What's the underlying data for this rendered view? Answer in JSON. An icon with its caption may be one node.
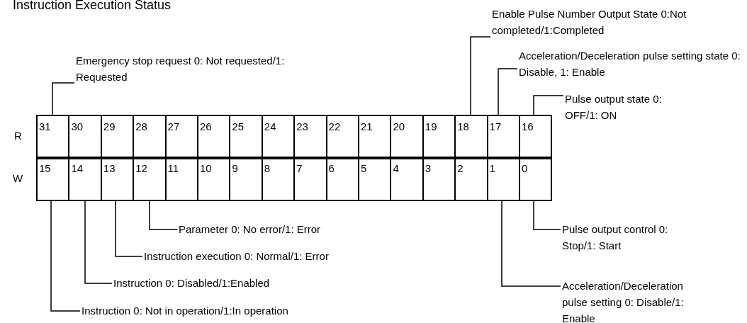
{
  "diagram": {
    "title": "Instruction Execution Status",
    "nodes": [
      {
        "text": [
          "31"
        ]
      },
      {
        "text": [
          "30"
        ]
      },
      {
        "text": [
          "29"
        ]
      },
      {
        "text": [
          "28"
        ]
      },
      {
        "text": [
          "27"
        ]
      },
      {
        "text": [
          "26"
        ]
      },
      {
        "text": [
          "25"
        ]
      },
      {
        "text": [
          "24"
        ]
      },
      {
        "text": [
          "23"
        ]
      },
      {
        "text": [
          "22"
        ]
      },
      {
        "text": [
          "21"
        ]
      },
      {
        "text": [
          "20"
        ]
      },
      {
        "text": [
          "19"
        ]
      },
      {
        "text": [
          "18"
        ]
      },
      {
        "text": [
          "17"
        ]
      },
      {
        "text": [
          "16"
        ]
      },
      {
        "text": [
          "15"
        ]
      },
      {
        "text": [
          "14"
        ]
      },
      {
        "text": [
          "13"
        ]
      },
      {
        "text": [
          "12"
        ]
      },
      {
        "text": [
          "11"
        ]
      },
      {
        "text": [
          "10"
        ]
      },
      {
        "text": [
          "9"
        ]
      },
      {
        "text": [
          "8"
        ]
      },
      {
        "text": [
          "7"
        ]
      },
      {
        "text": [
          "6"
        ]
      },
      {
        "text": [
          "5"
        ]
      },
      {
        "text": [
          "4"
        ]
      },
      {
        "text": [
          "3"
        ]
      },
      {
        "text": [
          "2"
        ]
      },
      {
        "text": [
          "1"
        ]
      },
      {
        "text": [
          "0"
        ]
      },
      {
        "text": [
          "Emergency stop request 0: Not requested/1: Requested"
        ]
      },
      {
        "text": [
          "Enable Pulse Number Output State 0:Not completed/1:Completed"
        ]
      },
      {
        "text": [
          "Acceleration/Deceleration pulse setting state 0: Disable, 1: Enable"
        ]
      },
      {
        "text": [
          "Pulse output state 0: OFF/1: ON"
        ]
      },
      {
        "text": [
          "Parameter 0: No error/1: Error"
        ]
      },
      {
        "text": [
          "Pulse output control 0: Stop/1: Start"
        ]
      },
      {
        "text": [
          "Instruction execution 0: Normal/1: Error"
        ]
      },
      {
        "text": [
          "Instruction 0: Disabled/1:Enabled"
        ]
      },
      {
        "text": [
          "Acceleration/Deceleration pulse setting 0: Disable/1: Enable"
        ]
      },
      {
        "text": [
          "Instruction 0: Not in operation/1:In operation"
        ]
      }
    ],
    "edges": [
      {
        "from": 32,
        "to": 0,
        "arrow": "none"
      },
      {
        "from": 33,
        "to": 13,
        "arrow": "none"
      },
      {
        "from": 34,
        "to": 14,
        "arrow": "none"
      },
      {
        "from": 35,
        "to": 15,
        "arrow": "none"
      },
      {
        "from": 36,
        "to": 19,
        "arrow": "none"
      },
      {
        "from": 37,
        "to": 31,
        "arrow": "none"
      },
      {
        "from": 38,
        "to": 18,
        "arrow": "none"
      },
      {
        "from": 39,
        "to": 17,
        "arrow": "none"
      },
      {
        "from": 40,
        "to": 30,
        "arrow": "none"
      },
      {
        "from": 41,
        "to": 16,
        "arrow": "none"
      }
    ],
    "labels": [
      "R",
      "W"
    ]
  }
}
